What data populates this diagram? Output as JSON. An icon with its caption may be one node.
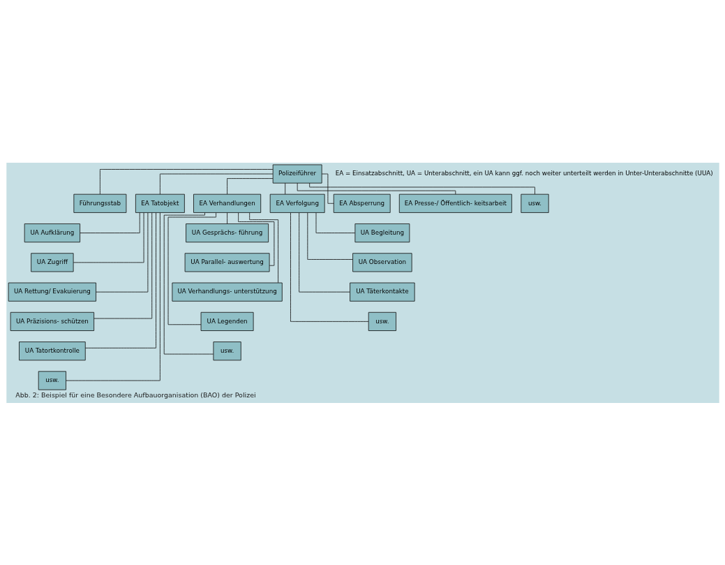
{
  "diagram": {
    "caption": "Abb. 2: Beispiel für eine Besondere Aufbauorganisation (BAO) der Polizei",
    "nodes": [
      {
        "text": [
          "Polizeiführer"
        ]
      },
      {
        "text": [
          "Führungsstab"
        ]
      },
      {
        "text": [
          "EA Tatobjekt"
        ]
      },
      {
        "text": [
          "EA Verhandlungen"
        ]
      },
      {
        "text": [
          "EA Verfolgung"
        ]
      },
      {
        "text": [
          "EA Absperrung"
        ]
      },
      {
        "text": [
          "EA Presse-/ Öffentlich- keitsarbeit"
        ]
      },
      {
        "text": [
          "usw."
        ]
      },
      {
        "text": [
          "UA Aufklärung"
        ]
      },
      {
        "text": [
          "UA Zugriff"
        ]
      },
      {
        "text": [
          "UA Rettung/ Evakuierung"
        ]
      },
      {
        "text": [
          "UA Präzisions- schützen"
        ]
      },
      {
        "text": [
          "UA Tatortkontrolle"
        ]
      },
      {
        "text": [
          "usw."
        ]
      },
      {
        "text": [
          "UA Gesprächs- führung"
        ]
      },
      {
        "text": [
          "UA Parallel- auswertung"
        ]
      },
      {
        "text": [
          "UA Verhandlungs- unterstützung"
        ]
      },
      {
        "text": [
          "UA Legenden"
        ]
      },
      {
        "text": [
          "usw."
        ]
      },
      {
        "text": [
          "UA Begleitung"
        ]
      },
      {
        "text": [
          "UA Observation"
        ]
      },
      {
        "text": [
          "UA Täterkontakte"
        ]
      },
      {
        "text": [
          "usw."
        ]
      }
    ],
    "edges": [
      {
        "from": 0,
        "to": 1,
        "arrow": "none"
      },
      {
        "from": 0,
        "to": 2,
        "arrow": "none"
      },
      {
        "from": 0,
        "to": 3,
        "arrow": "none"
      },
      {
        "from": 0,
        "to": 4,
        "arrow": "none"
      },
      {
        "from": 0,
        "to": 5,
        "arrow": "none"
      },
      {
        "from": 0,
        "to": 6,
        "arrow": "none"
      },
      {
        "from": 0,
        "to": 7,
        "arrow": "none"
      },
      {
        "from": 2,
        "to": 8,
        "arrow": "none"
      },
      {
        "from": 2,
        "to": 9,
        "arrow": "none"
      },
      {
        "from": 2,
        "to": 10,
        "arrow": "none"
      },
      {
        "from": 2,
        "to": 11,
        "arrow": "none"
      },
      {
        "from": 2,
        "to": 12,
        "arrow": "none"
      },
      {
        "from": 2,
        "to": 13,
        "arrow": "none"
      },
      {
        "from": 3,
        "to": 14,
        "arrow": "none"
      },
      {
        "from": 3,
        "to": 15,
        "arrow": "none"
      },
      {
        "from": 3,
        "to": 16,
        "arrow": "none"
      },
      {
        "from": 3,
        "to": 17,
        "arrow": "none"
      },
      {
        "from": 3,
        "to": 18,
        "arrow": "none"
      },
      {
        "from": 4,
        "to": 19,
        "arrow": "none"
      },
      {
        "from": 4,
        "to": 20,
        "arrow": "none"
      },
      {
        "from": 4,
        "to": 21,
        "arrow": "none"
      },
      {
        "from": 4,
        "to": 22,
        "arrow": "none"
      }
    ],
    "labels": [
      "EA = Einsatzabschnitt, UA = Unterabschnitt, ein UA kann ggf. noch weiter unterteilt werden in Unter-Unterabschnitte (UUA)"
    ]
  }
}
